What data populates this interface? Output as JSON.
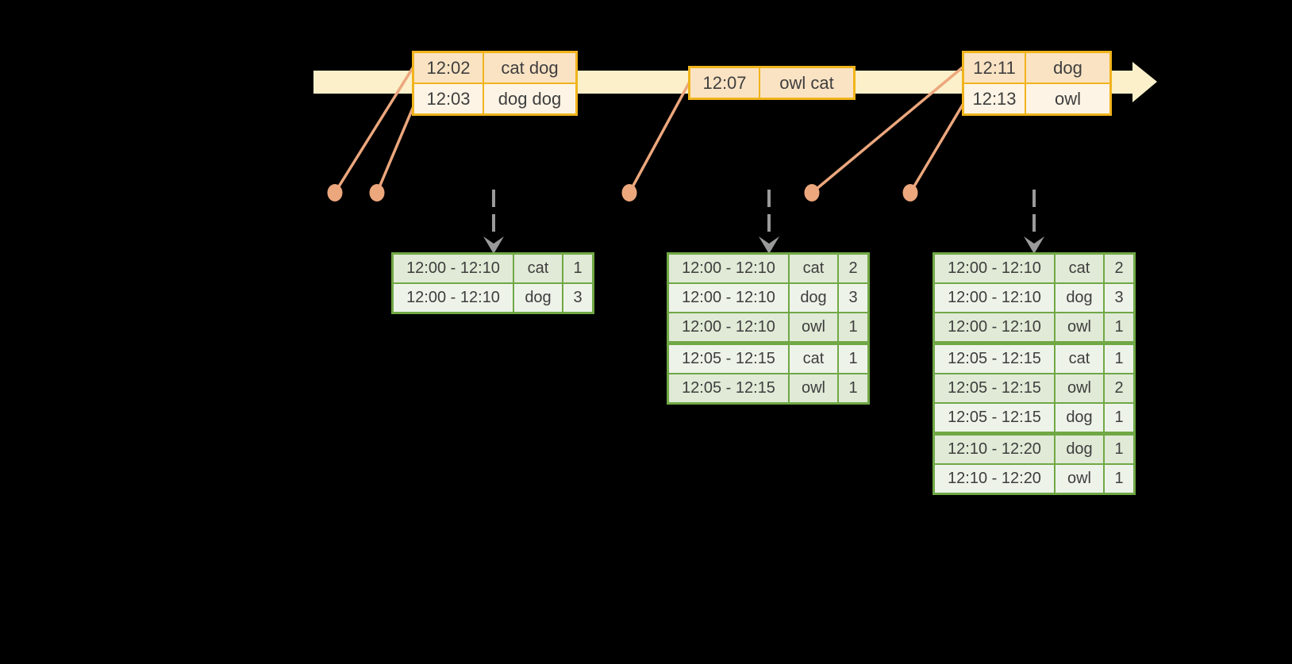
{
  "palette": {
    "canvas_bg": "#000000",
    "timeline_fill": "#FBF0C9",
    "event_border": "#F0B41C",
    "event_row_dark": "#FAE3C3",
    "event_row_light": "#FDF4E5",
    "connector": "#ECA77D",
    "trigger_arrow": "#9A9A9A",
    "result_border": "#70A845",
    "result_row_dark": "#E0EAD6",
    "result_row_light": "#EEF3EA",
    "text": "#3E3E3E"
  },
  "event_tables": [
    {
      "id": "events-batch-1",
      "rows": [
        {
          "time": "12:02",
          "words": "cat dog"
        },
        {
          "time": "12:03",
          "words": "dog dog"
        }
      ]
    },
    {
      "id": "events-batch-2",
      "rows": [
        {
          "time": "12:07",
          "words": "owl cat"
        }
      ]
    },
    {
      "id": "events-batch-3",
      "rows": [
        {
          "time": "12:11",
          "words": "dog"
        },
        {
          "time": "12:13",
          "words": "owl"
        }
      ]
    }
  ],
  "result_tables": [
    {
      "id": "result-after-trigger-1",
      "rows": [
        {
          "window": "12:00 - 12:10",
          "word": "cat",
          "count": "1"
        },
        {
          "window": "12:00 - 12:10",
          "word": "dog",
          "count": "3"
        }
      ]
    },
    {
      "id": "result-after-trigger-2",
      "rows": [
        {
          "window": "12:00 - 12:10",
          "word": "cat",
          "count": "2"
        },
        {
          "window": "12:00 - 12:10",
          "word": "dog",
          "count": "3"
        },
        {
          "window": "12:00 - 12:10",
          "word": "owl",
          "count": "1"
        },
        {
          "window": "12:05 - 12:15",
          "word": "cat",
          "count": "1"
        },
        {
          "window": "12:05 - 12:15",
          "word": "owl",
          "count": "1"
        }
      ]
    },
    {
      "id": "result-after-trigger-3",
      "rows": [
        {
          "window": "12:00 - 12:10",
          "word": "cat",
          "count": "2"
        },
        {
          "window": "12:00 - 12:10",
          "word": "dog",
          "count": "3"
        },
        {
          "window": "12:00 - 12:10",
          "word": "owl",
          "count": "1"
        },
        {
          "window": "12:05 - 12:15",
          "word": "cat",
          "count": "1"
        },
        {
          "window": "12:05 - 12:15",
          "word": "owl",
          "count": "2"
        },
        {
          "window": "12:05 - 12:15",
          "word": "dog",
          "count": "1"
        },
        {
          "window": "12:10 - 12:20",
          "word": "dog",
          "count": "1"
        },
        {
          "window": "12:10 - 12:20",
          "word": "owl",
          "count": "1"
        }
      ]
    }
  ]
}
